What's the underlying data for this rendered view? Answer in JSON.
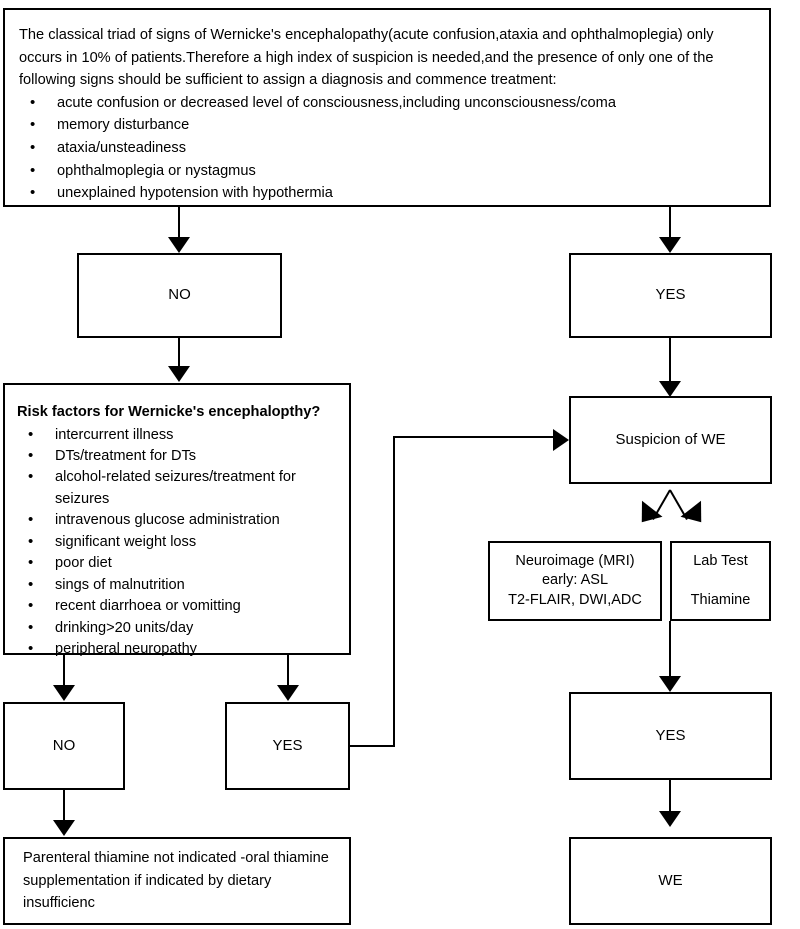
{
  "diagram": {
    "title": "Wernicke's encephalopathy diagnostic and treatment flowchart",
    "line_color": "#000000",
    "box_fill": "#ffffff"
  },
  "nodes": {
    "intro": {
      "paragraph": "The classical triad of signs of Wernicke's encephalopathy(acute confusion,ataxia and ophthalmoplegia) only occurs in 10% of patients.Therefore a high index of suspicion is needed,and the presence of only one of the following signs should be sufficient to assign a diagnosis and commence treatment:",
      "bullets": [
        "acute confusion or decreased level of consciousness,including unconsciousness/coma",
        "memory disturbance",
        "ataxia/unsteadiness",
        "ophthalmoplegia or nystagmus",
        "unexplained hypotension with hypothermia"
      ]
    },
    "no_top": {
      "label": "NO"
    },
    "yes_top": {
      "label": "YES"
    },
    "risk_factors": {
      "heading": "Risk factors for Wernicke's encephalopthy?",
      "bullets": [
        "intercurrent illness",
        "DTs/treatment for DTs",
        "alcohol-related seizures/treatment for seizures",
        "intravenous glucose administration",
        "significant weight loss",
        "poor diet",
        "sings of malnutrition",
        "recent diarrhoea or vomitting",
        "drinking>20 units/day",
        "peripheral  neuropathy"
      ]
    },
    "suspicion": {
      "label": "Suspicion of WE"
    },
    "neuroimage": {
      "label": "Neuroimage (MRI)\nearly: ASL\nT2-FLAIR, DWI,ADC"
    },
    "lab_test": {
      "label": "Lab Test\n\nThiamine"
    },
    "no_mid": {
      "label": "NO"
    },
    "yes_mid": {
      "label": "YES"
    },
    "yes_right": {
      "label": "YES"
    },
    "we_final": {
      "label": "WE"
    },
    "parenteral": {
      "label": "Parenteral thiamine not indicated  -oral thiamine supplementation if indicated by dietary insufficienc"
    }
  }
}
